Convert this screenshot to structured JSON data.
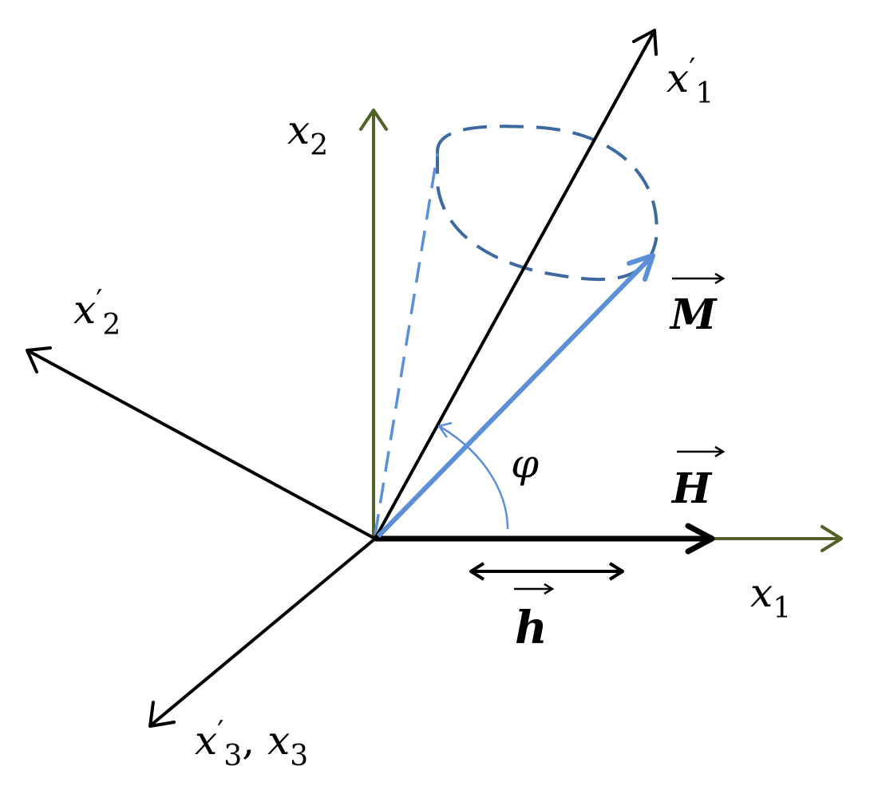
{
  "labels": {
    "x1_prime": {
      "base": "x",
      "prime": "′",
      "sub": "1"
    },
    "x2": {
      "base": "x",
      "sub": "2"
    },
    "x2_prime": {
      "base": "x",
      "prime": "′",
      "sub": "2"
    },
    "x1": {
      "base": "x",
      "sub": "1"
    },
    "x3_prime_x3": {
      "base": "x",
      "prime": "′",
      "sub": "3",
      "sep": ", ",
      "base2": "x",
      "sub2": "3"
    },
    "M": "M",
    "H": "H",
    "h": "h",
    "phi": "φ"
  },
  "colors": {
    "frame_axes": "#4f6228",
    "rotated_axes": "#000000",
    "magnetization": "#5b8fd6",
    "cone": "#3d6a9e",
    "field": "#000000"
  }
}
